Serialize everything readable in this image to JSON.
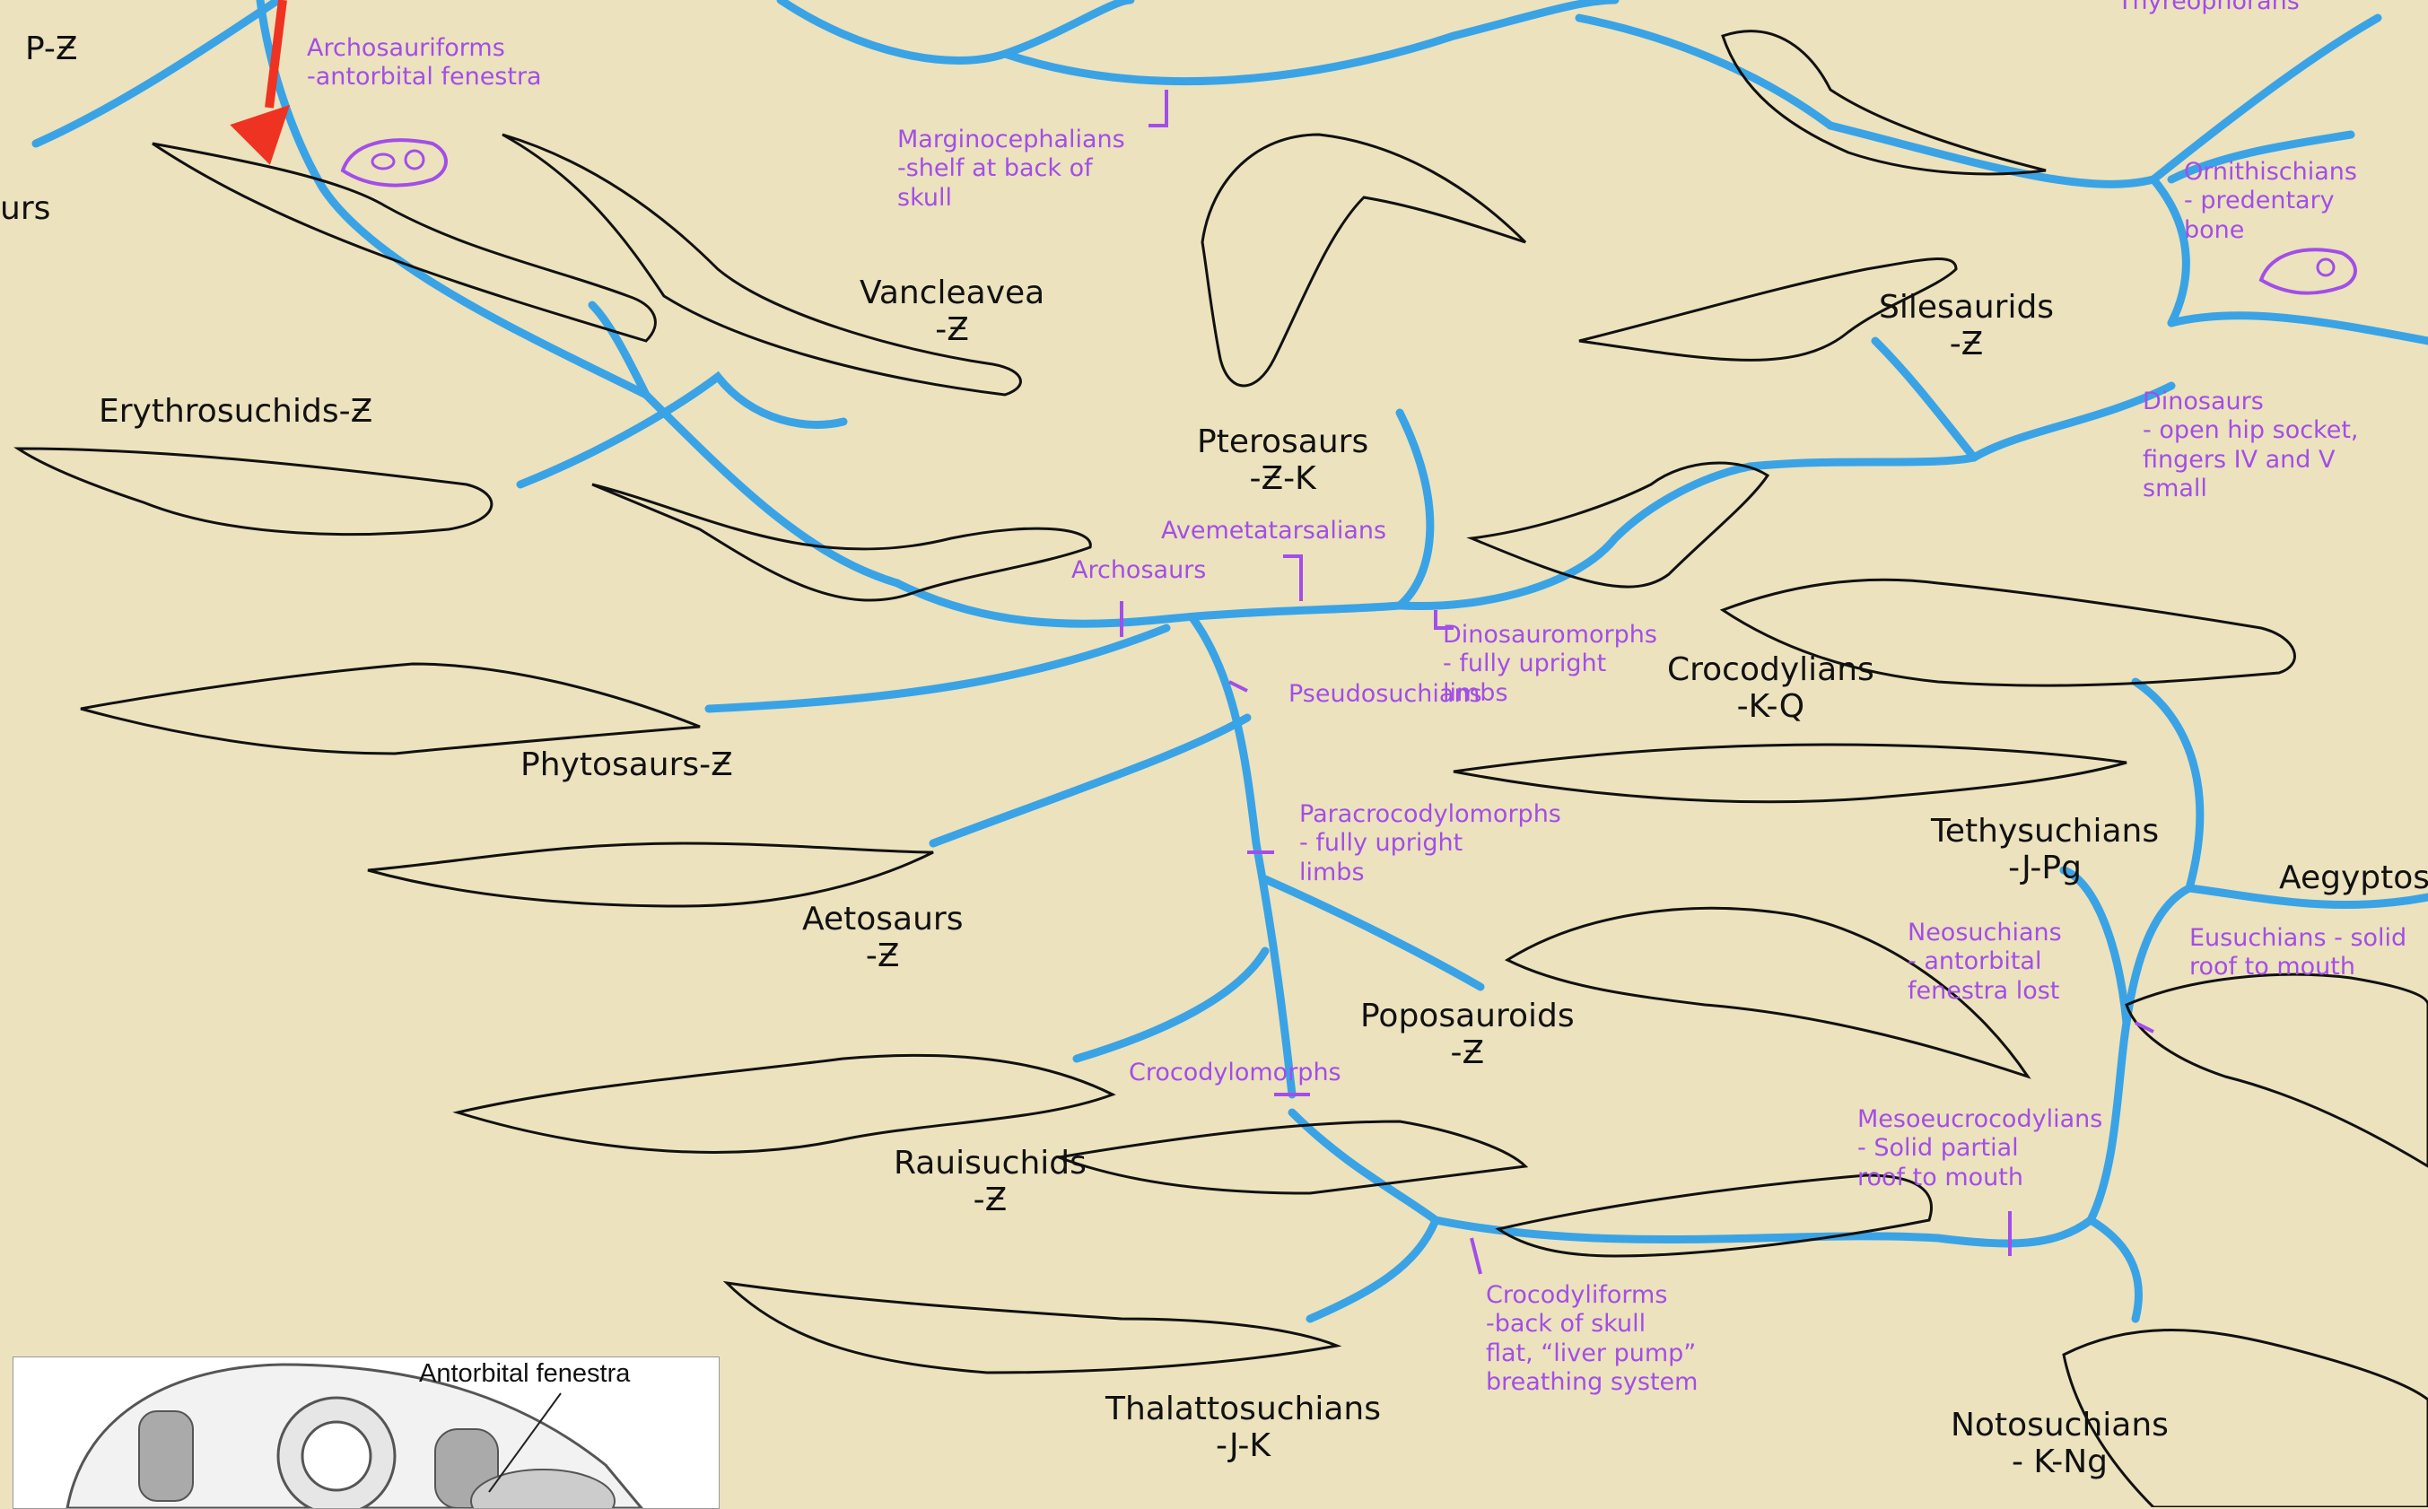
{
  "taxa": {
    "erythrosuchids": "Erythrosuchids-Ƶ",
    "vancleavea": "Vancleavea",
    "vancleavea_age": "-Ƶ",
    "pterosaurs": "Pterosaurs",
    "pterosaurs_age": "-Ƶ-K",
    "silesaurids": "Silesaurids",
    "silesaurids_age": "-Ƶ",
    "phytosaurs": "Phytosaurs-Ƶ",
    "aetosaurs": "Aetosaurs",
    "aetosaurs_age": "-Ƶ",
    "poposauroids": "Poposauroids",
    "poposauroids_age": "-Ƶ",
    "rauisuchids": "Rauisuchids",
    "rauisuchids_age": "-Ƶ",
    "crocodylians": "Crocodylians",
    "crocodylians_age": "-K-Q",
    "tethysuchians": "Tethysuchians",
    "tethysuchians_age": "-J-Pg",
    "aegyptosuchids": "Aegyptosu",
    "thalattosuchians": "Thalattosuchians",
    "thalattosuchians_age": "-J-K",
    "notosuchians": "Notosuchians",
    "notosuchians_age": "- K-Ng",
    "edge_topleft": "P-Ƶ",
    "edge_left": "urs"
  },
  "notes": {
    "archosauriforms": [
      "Archosauriforms",
      "-antorbital fenestra"
    ],
    "marginocephalians": [
      "Marginocephalians",
      "-shelf at back of",
      "skull"
    ],
    "ornithischians": [
      "Ornithischians",
      "- predentary",
      "bone"
    ],
    "dinosaurs": [
      "Dinosaurs",
      "- open hip socket,",
      "fingers IV and V",
      "small"
    ],
    "avemetatarsalians": "Avemetatarsalians",
    "archosaurs": "Archosaurs",
    "dinosauromorphs": [
      "Dinosauromorphs",
      "- fully upright",
      "limbs"
    ],
    "pseudosuchians": "Pseudosuchians",
    "paracrocodylomorphs": [
      "Paracrocodylomorphs",
      "- fully upright",
      "limbs"
    ],
    "crocodylomorphs": "Crocodylomorphs",
    "crocodyliforms": [
      "Crocodyliforms",
      "-back of skull",
      "flat, “liver pump”",
      "breathing system"
    ],
    "neosuchians": [
      "Neosuchians",
      "- antorbital",
      "fenestra lost"
    ],
    "eusuchians": [
      "Eusuchians - solid",
      "roof to mouth"
    ],
    "mesoeucrocodylians": [
      "Mesoeucrocodylians",
      "- Solid partial",
      "roof to mouth"
    ],
    "thyreophorans": "Thyreophorans"
  },
  "inset": {
    "label": "Antorbital fenestra"
  },
  "colors": {
    "background": "#ece2bd",
    "branch": "#3aa3e6",
    "annotation": "#a24ee8",
    "highlight_arrow": "#ee3322",
    "ink": "#111111"
  }
}
